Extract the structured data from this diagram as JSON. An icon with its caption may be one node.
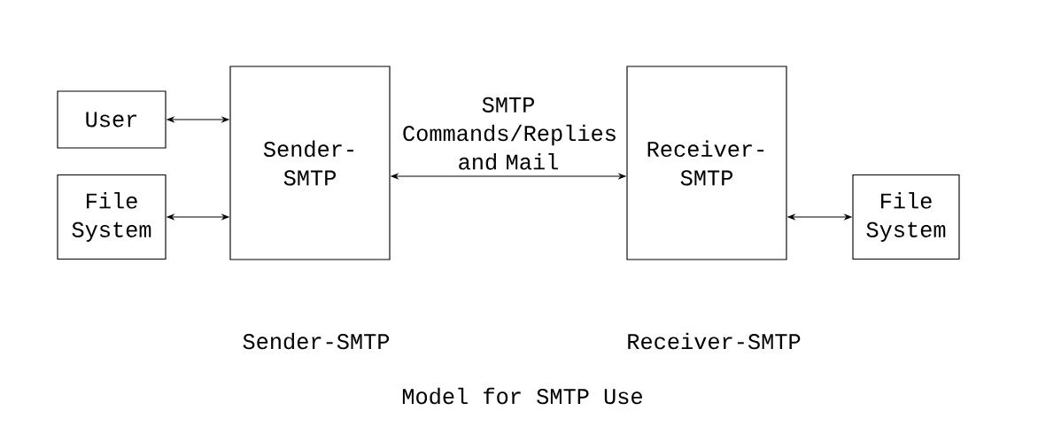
{
  "diagram": {
    "caption": "Model for SMTP Use",
    "nodes": [
      {
        "text": [
          "User"
        ]
      },
      {
        "text": [
          "File System"
        ]
      },
      {
        "text": [
          "Sender-SMTP"
        ]
      },
      {
        "text": [
          "Receiver-SMTP"
        ]
      },
      {
        "text": [
          "File System"
        ]
      }
    ],
    "edges": [
      {
        "from": 0,
        "to": 2,
        "arrow": "both"
      },
      {
        "from": 1,
        "to": 2,
        "arrow": "both"
      },
      {
        "from": 2,
        "to": 3,
        "arrow": "both",
        "label": "SMTP Commands/Replies and Mail"
      },
      {
        "from": 3,
        "to": 4,
        "arrow": "both"
      }
    ],
    "labels": [
      "Sender-SMTP",
      "Receiver-SMTP"
    ]
  }
}
